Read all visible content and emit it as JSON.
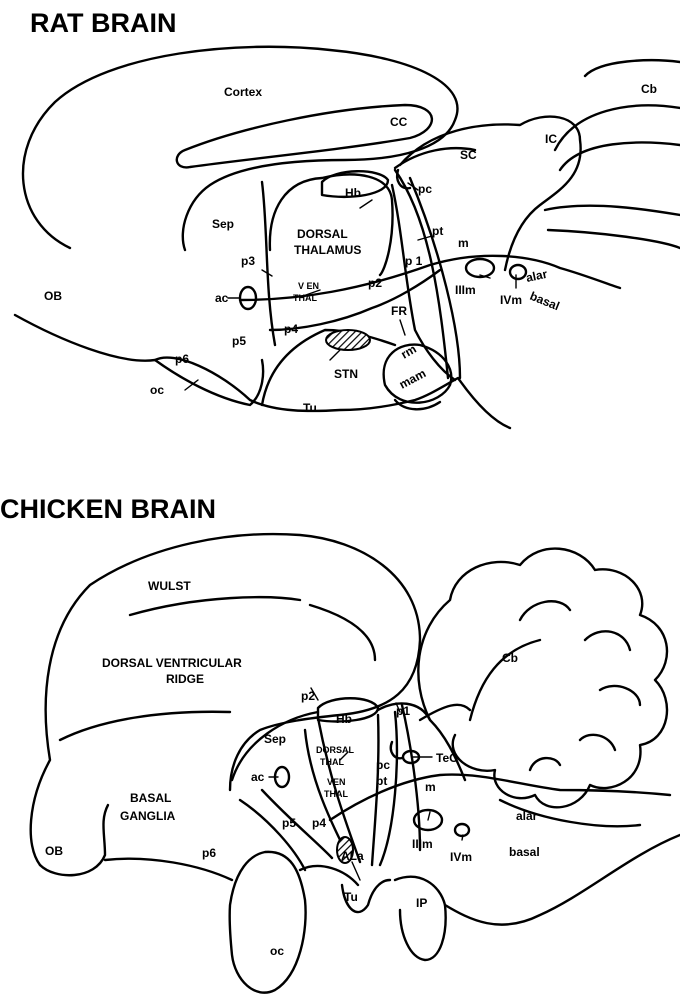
{
  "rat": {
    "title": "RAT BRAIN",
    "labels": {
      "cortex": "Cortex",
      "cb": "Cb",
      "cc": "CC",
      "sc": "SC",
      "ic": "IC",
      "hb": "Hb",
      "pc": "pc",
      "sep": "Sep",
      "dorsal_thal_1": "DORSAL",
      "dorsal_thal_2": "THALAMUS",
      "pt": "pt",
      "m": "m",
      "p3": "p3",
      "p1": "p 1",
      "ven_thal_1": "V EN",
      "ven_thal_2": "THAL",
      "p2": "p2",
      "alar": "alar",
      "basal": "basal",
      "iiim": "IIIm",
      "ivm": "IVm",
      "ob": "OB",
      "ac": "ac",
      "fr": "FR",
      "p4": "p4",
      "p5": "p5",
      "p6": "p6",
      "rm": "rm",
      "stn": "STN",
      "mam": "mam",
      "oc": "oc",
      "tu": "Tu"
    }
  },
  "chicken": {
    "title": "CHICKEN BRAIN",
    "labels": {
      "wulst": "WULST",
      "cb": "Cb",
      "dvr_1": "DORSAL VENTRICULAR",
      "dvr_2": "RIDGE",
      "p2": "p2",
      "hb": "Hb",
      "p1": "p1",
      "sep": "Sep",
      "dorsal_thal_1": "DORSAL",
      "dorsal_thal_2": "THAL",
      "pc": "pc",
      "teo": "TeO",
      "ac": "ac",
      "pt": "pt",
      "m": "m",
      "ven_thal_1": "VEN",
      "ven_thal_2": "THAL",
      "basal_ganglia_1": "BASAL",
      "basal_ganglia_2": "GANGLIA",
      "alar": "alar",
      "p5": "p5",
      "p4": "p4",
      "iiim": "IIIm",
      "ivm": "IVm",
      "basal": "basal",
      "ob": "OB",
      "p6": "p6",
      "ala": "ALa",
      "tu": "Tu",
      "ip": "IP",
      "oc": "oc"
    }
  }
}
